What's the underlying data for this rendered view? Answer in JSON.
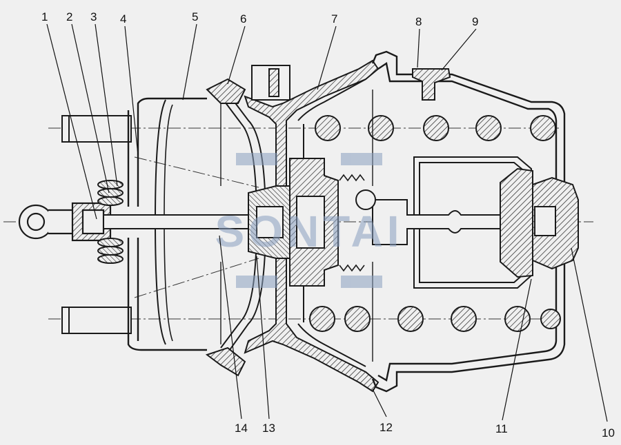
{
  "callouts": {
    "c1": "1",
    "c2": "2",
    "c3": "3",
    "c4": "4",
    "c5": "5",
    "c6": "6",
    "c7": "7",
    "c8": "8",
    "c9": "9",
    "c10": "10",
    "c11": "11",
    "c12": "12",
    "c13": "13",
    "c14": "14"
  },
  "watermark": {
    "text": "SONTAI"
  },
  "colors": {
    "background": "#f0f0f0",
    "line": "#1a1a1a",
    "watermark": "#8aa0c0"
  }
}
